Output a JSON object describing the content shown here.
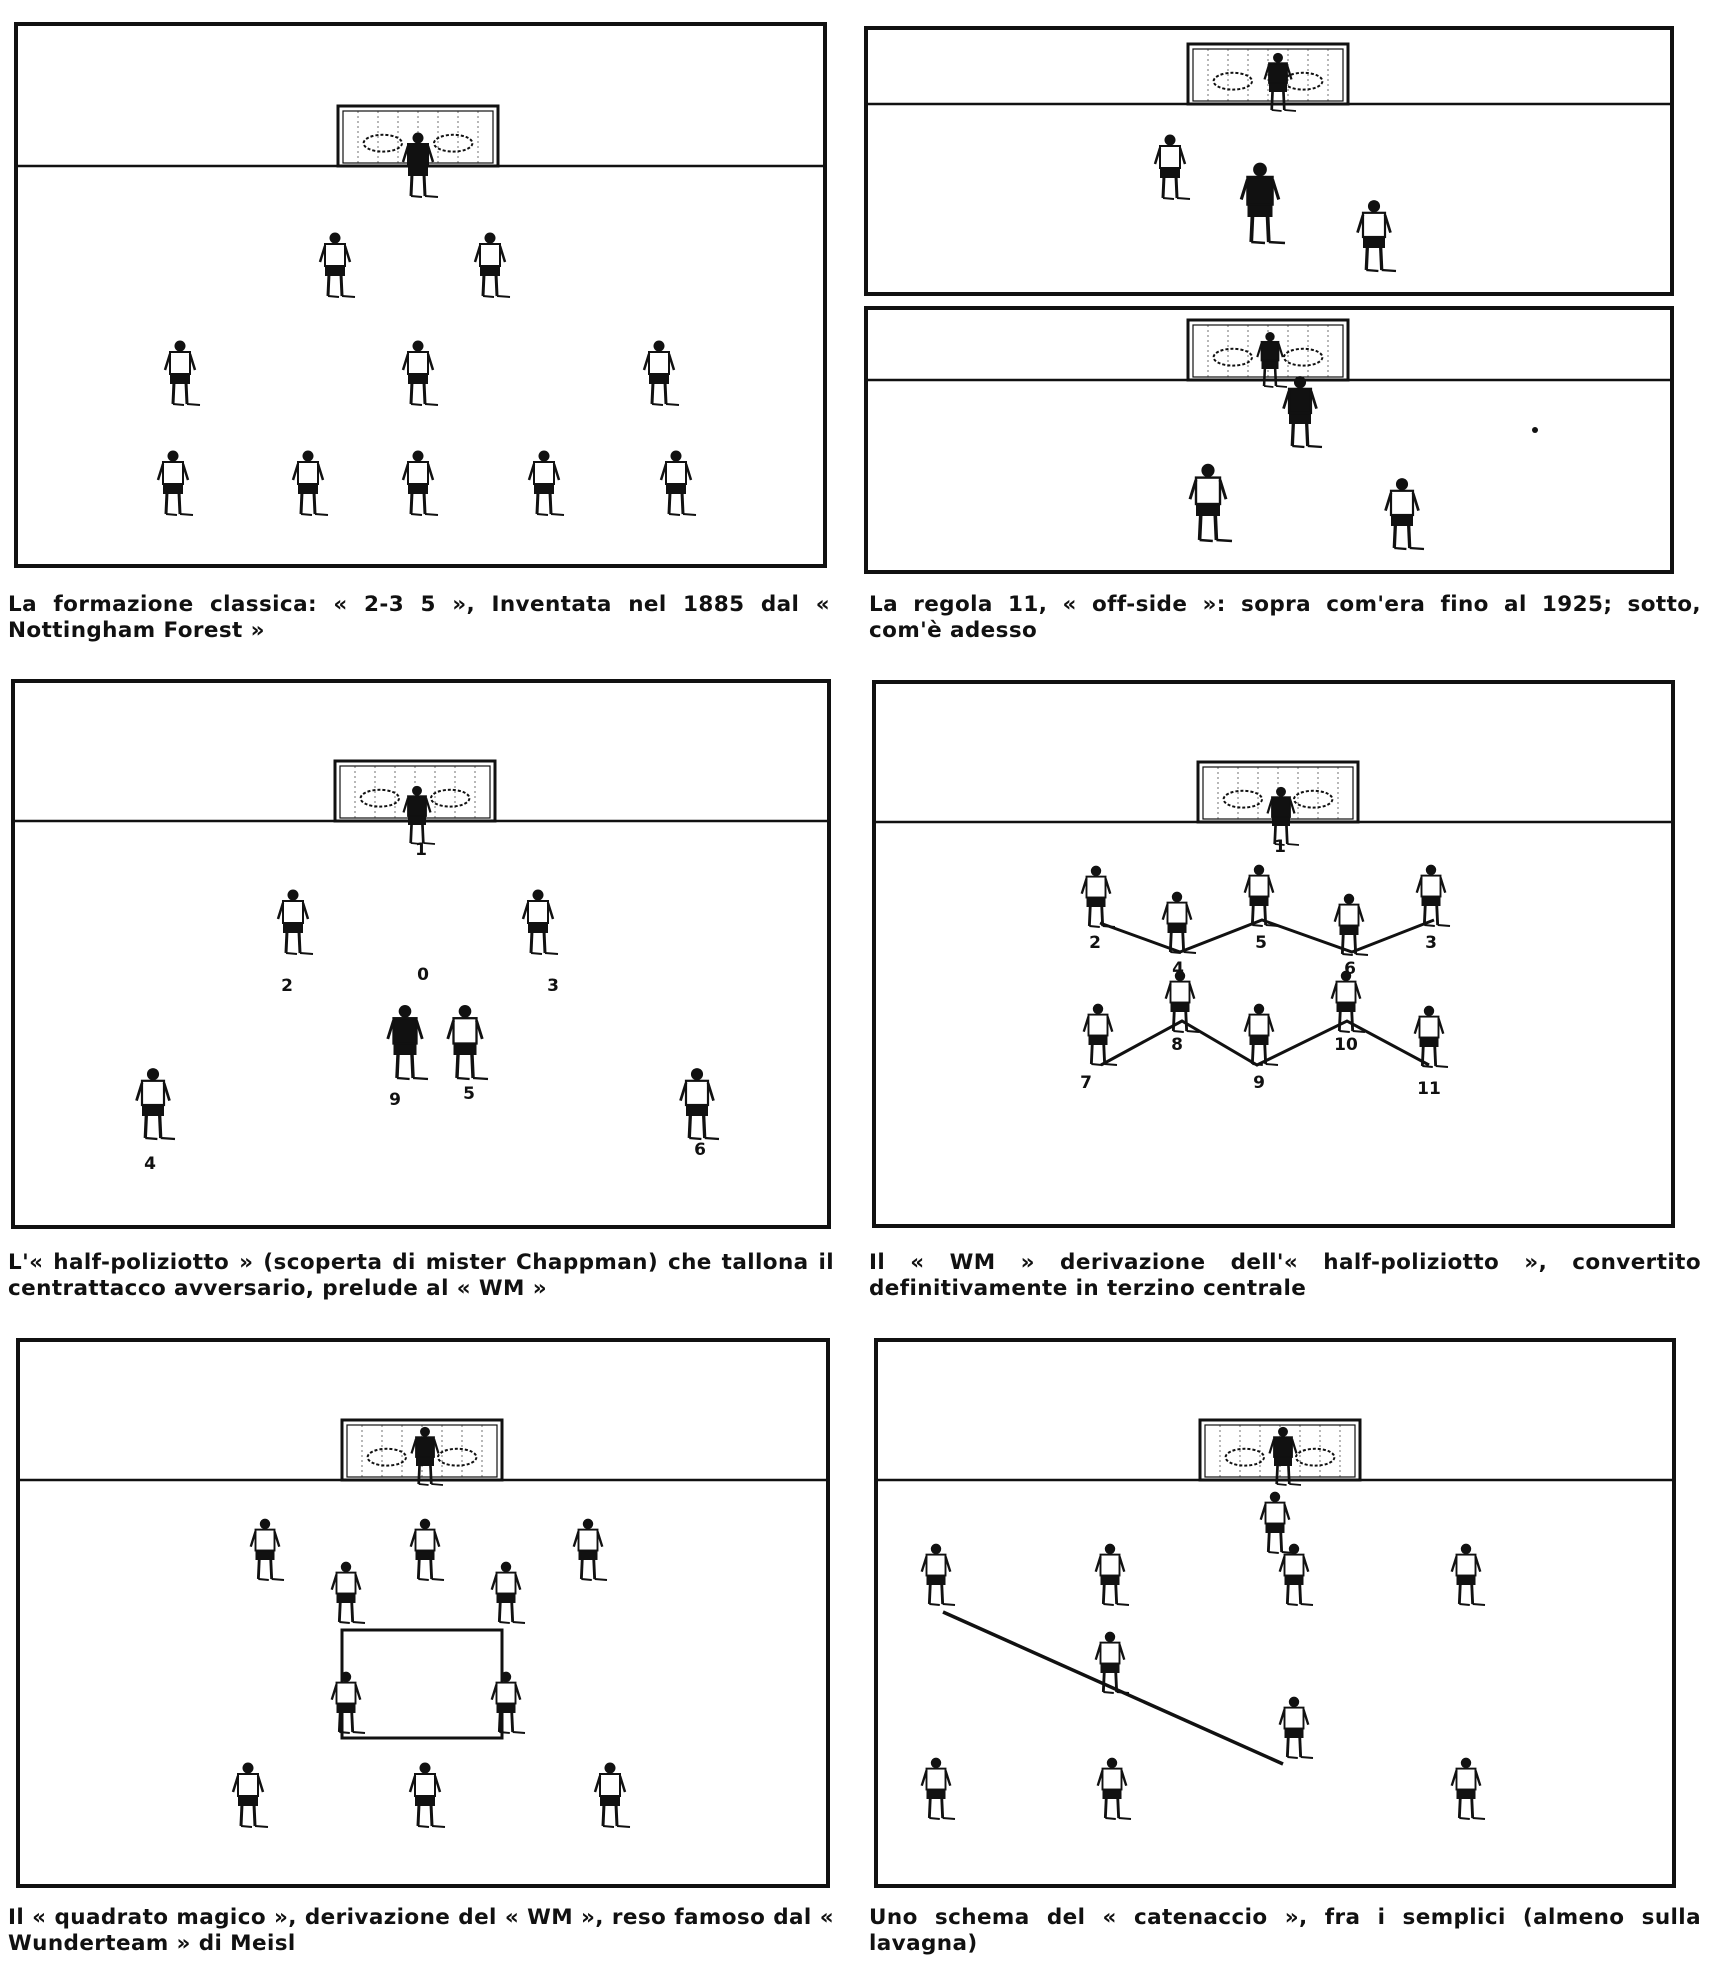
{
  "captions": {
    "classic": "La formazione classica: « 2-3 5 », Inventata nel 1885 dal « Nottingham Forest »",
    "offside": "La regola 11, « off-side »: sopra com'era fino al 1925; sotto, com'è adesso",
    "half_policeman": "L'« half-poliziotto » (scoperta di mister Chappman) che tallona il centrattacco avversario, prelude al « WM »",
    "wm": "Il « WM » derivazione dell'« half-poliziotto », convertito definitivamente in terzino centrale",
    "magic_square": "Il « quadrato magico », derivazione del « WM », reso famoso dal « Wunderteam » di Meisl",
    "catenaccio": "Uno schema del « catenaccio », fra i semplici (almeno sulla lavagna)"
  },
  "numbers": {
    "half_policeman": [
      "1",
      "2",
      "3",
      "0",
      "9",
      "5",
      "4",
      "6"
    ],
    "wm": [
      "1",
      "2",
      "4",
      "5",
      "6",
      "3",
      "7",
      "8",
      "9",
      "10",
      "11"
    ]
  },
  "colors": {
    "ink": "#111111",
    "paper": "#ffffff"
  }
}
